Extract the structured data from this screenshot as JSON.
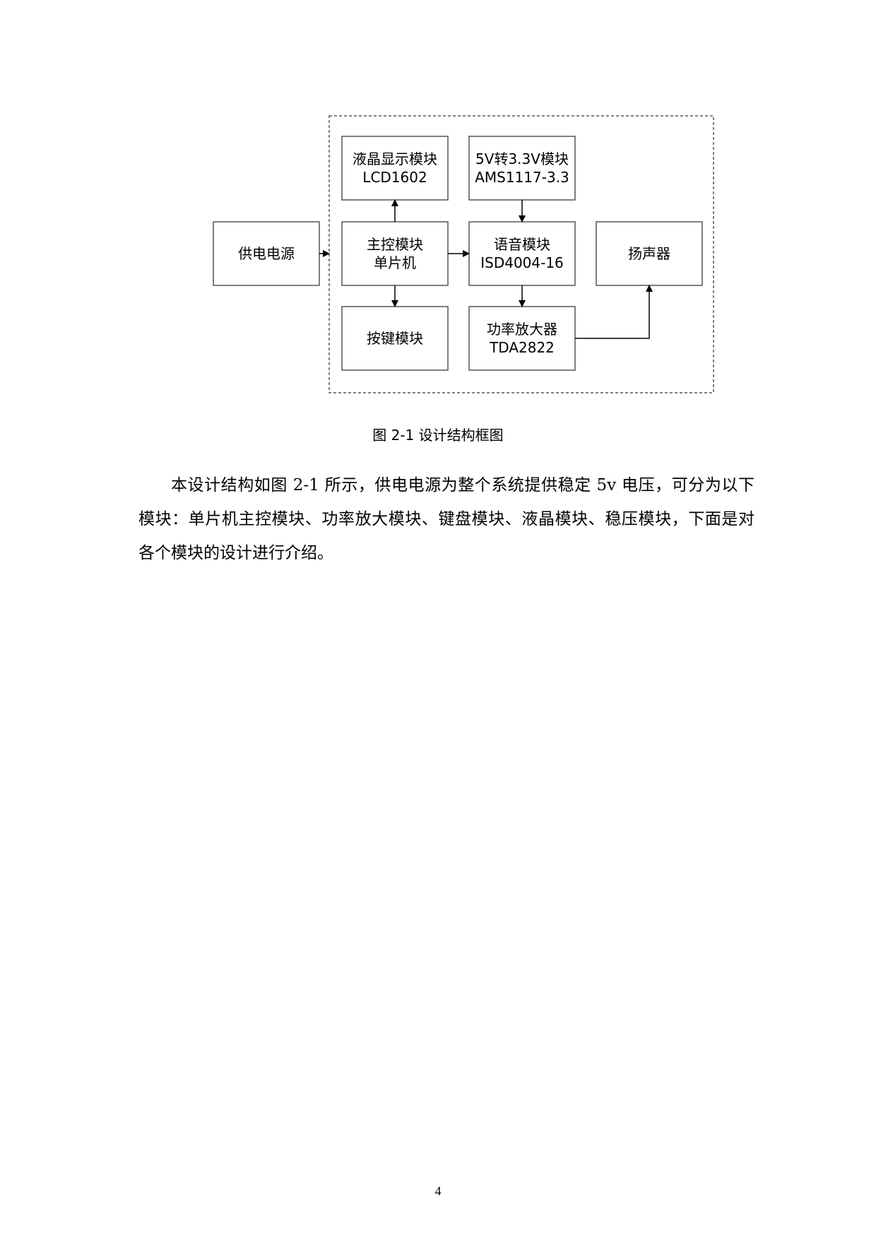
{
  "diagram": {
    "blocks": {
      "power": {
        "line1": "供电电源"
      },
      "lcd": {
        "line1": "液晶显示模块",
        "line2": "LCD1602"
      },
      "regulator": {
        "line1": "5V转3.3V模块",
        "line2": "AMS1117-3.3"
      },
      "mcu": {
        "line1": "主控模块",
        "line2": "单片机"
      },
      "voice": {
        "line1": "语音模块",
        "line2": "ISD4004-16"
      },
      "speaker": {
        "line1": "扬声器"
      },
      "keys": {
        "line1": "按键模块"
      },
      "amp": {
        "line1": "功率放大器",
        "line2": "TDA2822"
      }
    }
  },
  "caption": "图 2-1 设计结构框图",
  "paragraph": "本设计结构如图 2-1 所示，供电电源为整个系统提供稳定 5v 电压，可分为以下模块：单片机主控模块、功率放大模块、键盘模块、液晶模块、稳压模块，下面是对各个模块的设计进行介绍。",
  "page_number": "4"
}
